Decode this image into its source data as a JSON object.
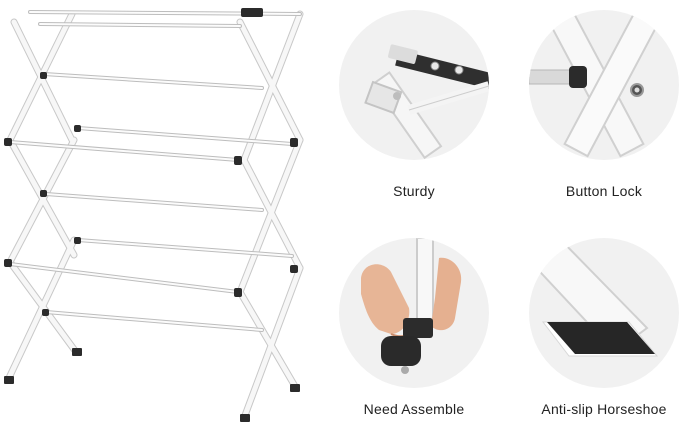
{
  "features": [
    {
      "icon": "hinge-closeup-icon",
      "label": "Sturdy"
    },
    {
      "icon": "button-lock-icon",
      "label": "Button Lock"
    },
    {
      "icon": "assembly-hand-icon",
      "label": "Need Assemble"
    },
    {
      "icon": "horseshoe-foot-icon",
      "label": "Anti-slip Horseshoe"
    }
  ],
  "colors": {
    "frame": "#f5f5f5",
    "frame_edge": "#c9c9c9",
    "cap": "#2b2b2b",
    "circle_bg": "#f1f1f1"
  }
}
